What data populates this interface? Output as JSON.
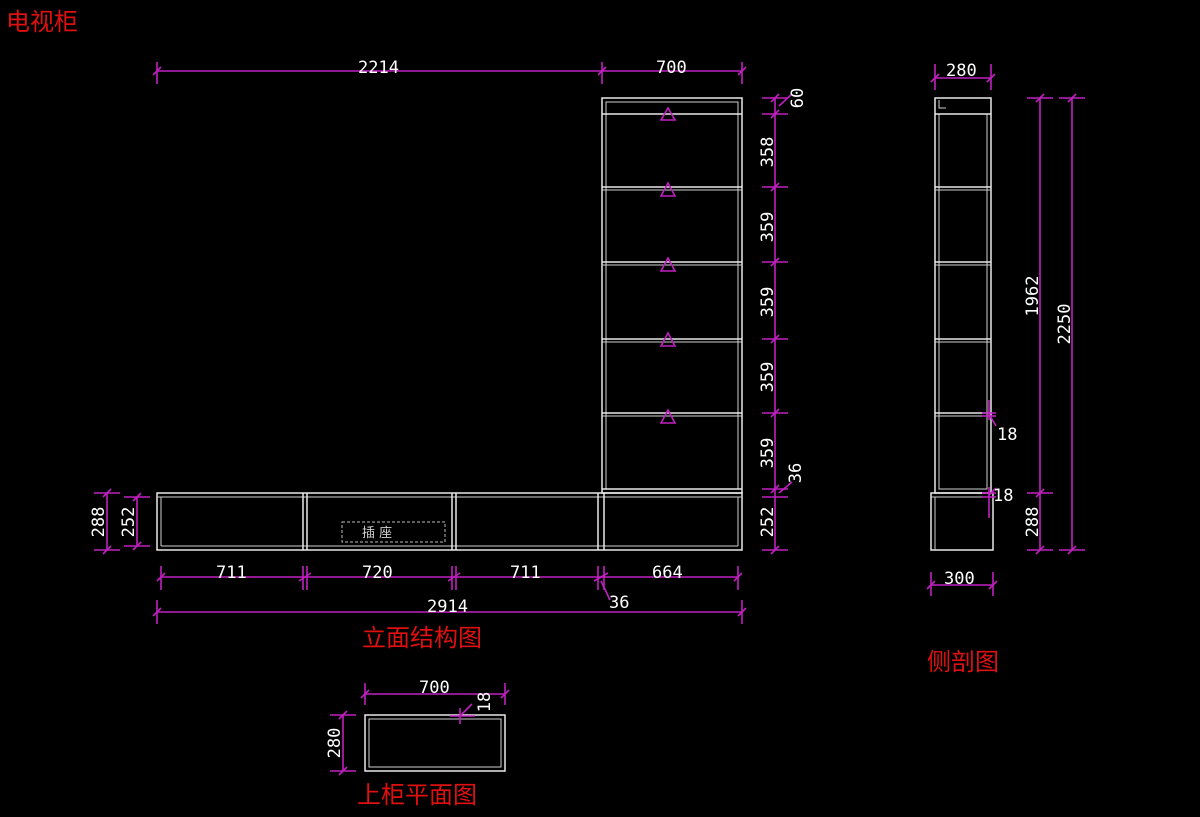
{
  "drawing_title": "电视柜",
  "views": {
    "elevation": {
      "caption": "立面结构图",
      "socket_label": "插   座",
      "dims": {
        "top_left_width": "2214",
        "top_right_width": "700",
        "top_cap": "60",
        "shelf1": "358",
        "shelf2": "359",
        "shelf3": "359",
        "shelf4": "359",
        "shelf5": "359",
        "base_top": "36",
        "base_right": "252",
        "left_outer": "288",
        "left_inner": "252",
        "bay1": "711",
        "bay2": "720",
        "bay3": "711",
        "bay4": "664",
        "gap": "36",
        "total": "2914"
      }
    },
    "side": {
      "caption": "侧剖图",
      "dims": {
        "top_depth": "280",
        "tall": "1962",
        "overall": "2250",
        "board1": "18",
        "board2": "18",
        "base_h": "288",
        "base_depth": "300"
      }
    },
    "plan": {
      "caption": "上柜平面图",
      "dims": {
        "width": "700",
        "board": "18",
        "depth": "280"
      }
    }
  },
  "colors": {
    "background": "#000000",
    "dimension": "#c020c0",
    "outline": "#e8e8e8",
    "caption": "#e01010"
  }
}
